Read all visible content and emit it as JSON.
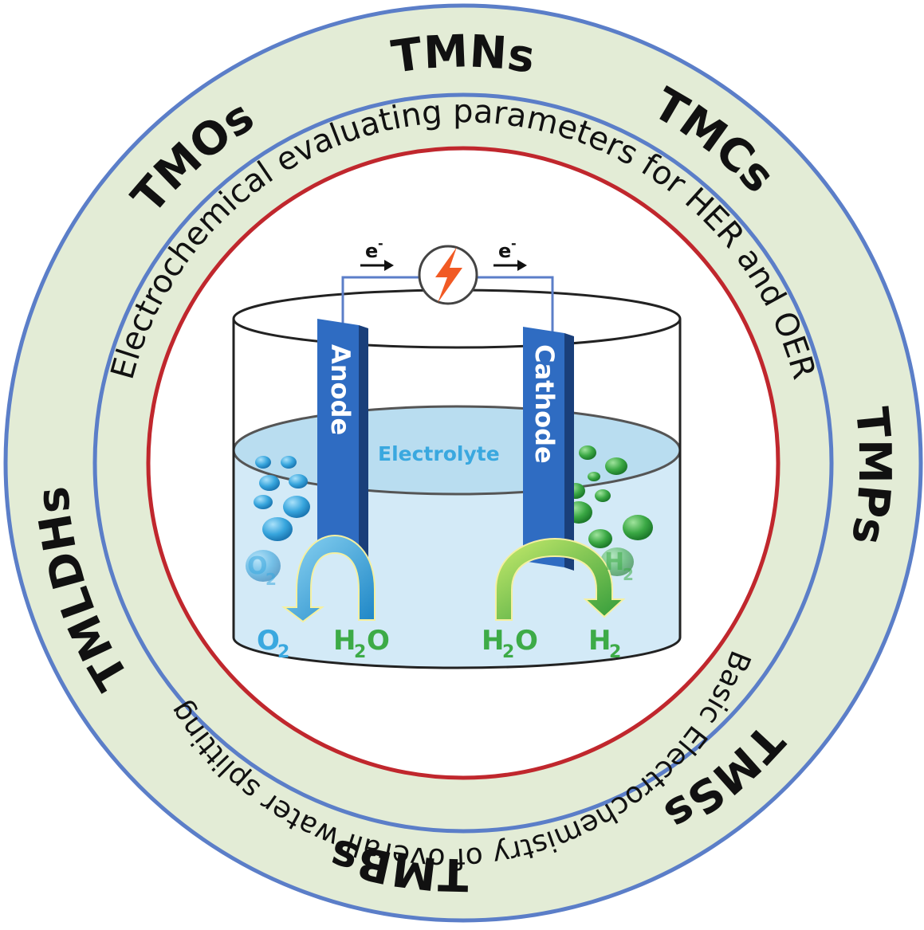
{
  "outer_ring": {
    "labels": [
      "TMNs",
      "TMCs",
      "TMPs",
      "TMSs",
      "TMBs",
      "TMLDHs",
      "TMOs"
    ]
  },
  "inner_ring": {
    "top_text": "Electrochemical evaluating parameters for HER and OER",
    "bottom_text": "Basic Electrochemistry of overall water splitting"
  },
  "cell": {
    "electron_label": "e",
    "electron_sup": "-",
    "anode_label": "Anode",
    "cathode_label": "Cathode",
    "electrolyte_label": "Electrolyte"
  },
  "anode_reaction": {
    "gas_bubble": {
      "base": "O",
      "sub": "2"
    },
    "product": {
      "base": "O",
      "sub": "2"
    },
    "reactant": {
      "base": "H",
      "sub": "2",
      "tail": "O"
    }
  },
  "cathode_reaction": {
    "gas_bubble": {
      "base": "H",
      "sub": "2"
    },
    "reactant": {
      "base": "H",
      "sub": "2",
      "tail": "O"
    },
    "product": {
      "base": "H",
      "sub": "2"
    }
  },
  "colors": {
    "ring_fill": "#e3ecd6",
    "ring_border": "#5b7ec8",
    "inner_circle": "#c0272d",
    "electrode": "#2f6cc2",
    "electrolyte": "#d3eaf7",
    "oxygen": "#3aa8df",
    "hydrogen": "#3dab47",
    "power_bolt": "#f15a24"
  }
}
